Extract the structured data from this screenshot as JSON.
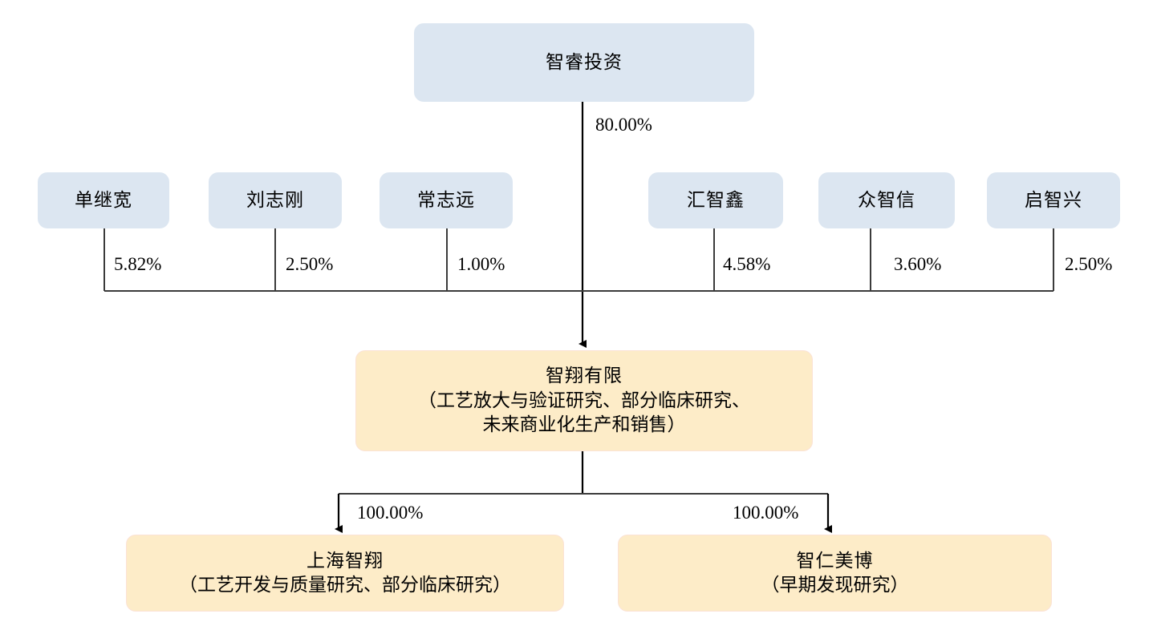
{
  "diagram": {
    "type": "ownership-structure-chart",
    "colors": {
      "shareholder_box": "#dce6f1",
      "company_box": "#fdecc8",
      "connector": "#000000",
      "text": "#000000"
    },
    "parent": {
      "name": "智睿投资",
      "ownership": "80.00%"
    },
    "shareholders": [
      {
        "name": "单继宽",
        "ownership": "5.82%"
      },
      {
        "name": "刘志刚",
        "ownership": "2.50%"
      },
      {
        "name": "常志远",
        "ownership": "1.00%"
      },
      {
        "name": "汇智鑫",
        "ownership": "4.58%"
      },
      {
        "name": "众智信",
        "ownership": "3.60%"
      },
      {
        "name": "启智兴",
        "ownership": "2.50%"
      }
    ],
    "company": {
      "name": "智翔有限",
      "desc_line1": "（工艺放大与验证研究、部分临床研究、",
      "desc_line2": "未来商业化生产和销售）"
    },
    "subsidiaries": [
      {
        "name": "上海智翔",
        "desc": "（工艺开发与质量研究、部分临床研究）",
        "ownership": "100.00%"
      },
      {
        "name": "智仁美博",
        "desc": "（早期发现研究）",
        "ownership": "100.00%"
      }
    ]
  }
}
